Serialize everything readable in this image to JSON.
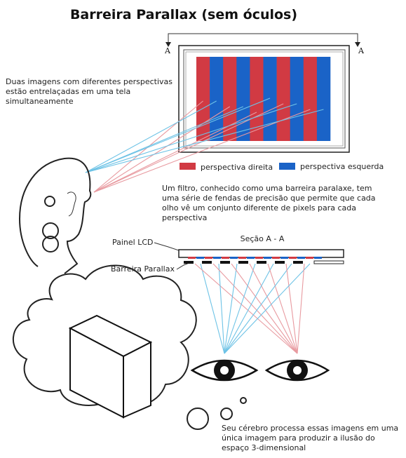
{
  "title": "Barreira Parallax (sem óculos)",
  "section_marker": "A",
  "intro_lines": [
    "Duas imagens com diferentes perspectivas",
    "estão entrelaçadas em uma tela",
    "simultaneamente"
  ],
  "legend": {
    "right": "perspectiva direita",
    "left": "perspectiva esquerda"
  },
  "filter_lines": [
    "Um filtro, conhecido como uma barreira paralaxe, tem",
    "uma série de fendas de precisão que permite que cada",
    "olho vê um conjunto diferente de pixels para cada",
    "perspectiva"
  ],
  "section_label": "Seção A - A",
  "lcd_label": "Painel LCD",
  "barrier_label": "Barreira Parallax",
  "brain_lines": [
    "Seu cérebro processa essas imagens em uma",
    "única imagem para produzir a ilusão do",
    "espaço 3-dimensional"
  ],
  "colors": {
    "red": "#d13a43",
    "blue": "#1a63c7",
    "ray_blue": "#6ec3e6",
    "ray_red": "#e89aa0"
  }
}
